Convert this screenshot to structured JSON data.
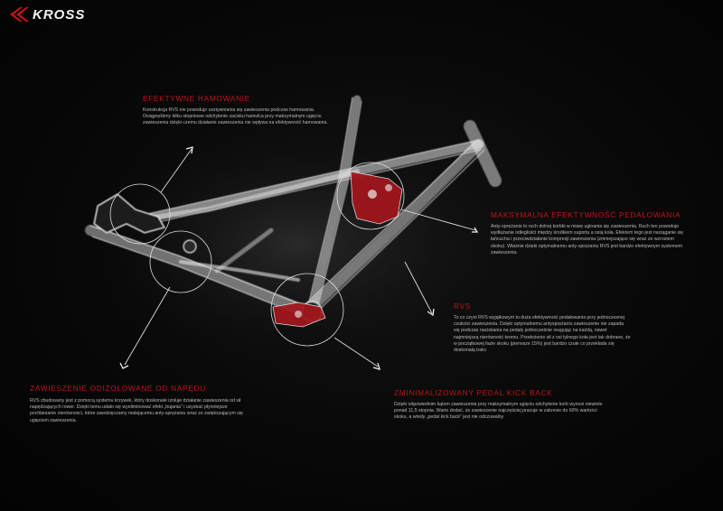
{
  "brand": {
    "name": "KROSS",
    "logo_color": "#c0141a"
  },
  "sections": [
    {
      "id": "efektywne-hamowanie",
      "title": "EFEKTYWNE HAMOWANIE",
      "text": "Konstrukcja RVS nie powoduje usztywniania się zawieszenia podczas hamowania. Osiągnęliśmy kilku stopniowe odchylenie zacisku hamulca przy maksymalnym ugięciu zawieszenia dzięki czemu działanie zawieszenia nie wpływa na efektywność hamowania."
    },
    {
      "id": "maksymalna-efektywnosc",
      "title": "MAKSYMALNA EFEKTYWNOŚĆ PEDAŁOWANIA",
      "text": "Anty-sprężanie to ruch dolnej korbki w miarę uginania się zawieszenia. Ruch ten powoduje wydłużanie odległości między środkiem suportu a osią koła. Efektem tego jest naciąganie się łańcucha i przeciwdziałanie kompresji zawieszenia (zmniejszające się wraz ze wzrostem skoku). Właśnie dzięki optymalnemu anty-sprężaniu RVS jest bardzo efektywnym systemem zawieszenia."
    },
    {
      "id": "rvs",
      "title": "RVS",
      "text": "To co czyni RVS wyjątkowym to duża efektywność pedałowania przy jednoczesnej czułości zawieszenia. Dzięki optymalnemu antysprężaniu zawieszenie nie zapada się podczas naciskania na pedały jednocześnie reagując na każdą, nawet najmniejszą nierówność terenu. Przełożenie sił z osi tylnego koła jest tak dobrane, że w początkowej fazie skoku (pierwsze 15%) jest bardzo czułe co przekłada się doskonałą trakc"
    },
    {
      "id": "zawieszenie-odizolowane",
      "title": "ZAWIESZENIE ODIZOLOWANE OD NAPĘDU",
      "text": "RVS zbudowany jest z pomocą systemu krzywek, który doskonale izoluje działanie zawieszenia od sił napędzających rower. Dzięki temu udało się wyeliminować efekt „bujania\" i uzyskać płynniejsze pochłanianie nierówności, które zawdzięczamy malejącemu anty-sprężaniu wraz ze zwiększającym się ugięciem zawieszenia."
    },
    {
      "id": "pedal-kick-back",
      "title": "ZMINIMALIZOWANY PEDAL KICK BACK",
      "text": "Dzięki odpowiednim kątom zawieszenia przy maksymalnym ugięciu odchylenie korb wynosi niewiele ponad 11,5 stopnia. Warto dodać, że zawieszenie najczęściej pracuje w zakresie do 60% wartości skoku, a wtedy „pedal kick back\" jest nie odczuwalny"
    }
  ],
  "colors": {
    "accent": "#c0141a",
    "frame": "#e8e8e8",
    "background": "#050505"
  }
}
